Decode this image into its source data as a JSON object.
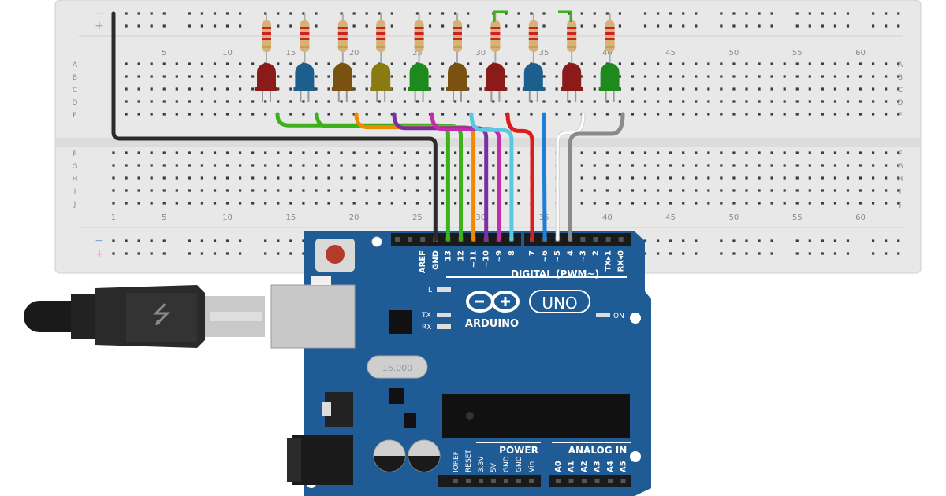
{
  "breadboard": {
    "top_rail_minus": "−",
    "top_rail_plus": "+",
    "bottom_rail_minus": "−",
    "bottom_rail_plus": "+",
    "column_numbers_top": [
      "5",
      "10",
      "15",
      "20",
      "25",
      "30",
      "35",
      "40",
      "45",
      "50",
      "55",
      "60"
    ],
    "column_numbers_bottom": [
      "1",
      "5",
      "10",
      "15",
      "20",
      "25",
      "30",
      "35",
      "40",
      "45",
      "50",
      "55",
      "60"
    ],
    "row_letters_top": [
      "A",
      "B",
      "C",
      "D",
      "E"
    ],
    "row_letters_bottom": [
      "F",
      "G",
      "H",
      "I",
      "J"
    ]
  },
  "leds": [
    {
      "color": "#8b1a1a",
      "name": "red"
    },
    {
      "color": "#1d5f8c",
      "name": "blue"
    },
    {
      "color": "#7a5210",
      "name": "brown"
    },
    {
      "color": "#8a7a12",
      "name": "olive"
    },
    {
      "color": "#1e8a1e",
      "name": "green"
    },
    {
      "color": "#7a5210",
      "name": "brown"
    },
    {
      "color": "#8b1a1a",
      "name": "red"
    },
    {
      "color": "#1d5f8c",
      "name": "blue"
    },
    {
      "color": "#8b1a1a",
      "name": "red"
    },
    {
      "color": "#1e8a1e",
      "name": "green"
    }
  ],
  "wires": [
    {
      "color": "#2b2b2b",
      "pin": "GND"
    },
    {
      "color": "#3db11a",
      "pin": "13"
    },
    {
      "color": "#3db11a",
      "pin": "12"
    },
    {
      "color": "#f08a00",
      "pin": "~11"
    },
    {
      "color": "#7b2fa0",
      "pin": "~10"
    },
    {
      "color": "#c42cae",
      "pin": "~9"
    },
    {
      "color": "#5cc7e0",
      "pin": "8"
    },
    {
      "color": "#e01b1b",
      "pin": "7"
    },
    {
      "color": "#1f7fd6",
      "pin": "~6"
    },
    {
      "color": "#ffffff",
      "pin": "~5"
    },
    {
      "color": "#8a8a8a",
      "pin": "4"
    }
  ],
  "arduino": {
    "header_pins_left": [
      "AREF",
      "GND",
      "13",
      "12",
      "~11",
      "~10",
      "~9",
      "8"
    ],
    "header_pins_right": [
      "7",
      "~6",
      "~5",
      "4",
      "~3",
      "2",
      "TX▸1",
      "RX◂0"
    ],
    "digital_label": "DIGITAL (PWM~)",
    "led_l": "L",
    "led_tx": "TX",
    "led_rx": "RX",
    "brand": "ARDUINO",
    "model": "UNO",
    "on_label": "ON",
    "crystal_label": "16.000",
    "power_label": "POWER",
    "analog_label": "ANALOG IN",
    "power_pins": [
      "IOREF",
      "RESET",
      "3.3V",
      "5V",
      "GND",
      "GND",
      "Vin"
    ],
    "analog_pins": [
      "A0",
      "A1",
      "A2",
      "A3",
      "A4",
      "A5"
    ]
  },
  "colors": {
    "board_blue": "#1f5b94",
    "breadboard": "#e9e9e9",
    "resistor_body": "#d6b27a"
  }
}
